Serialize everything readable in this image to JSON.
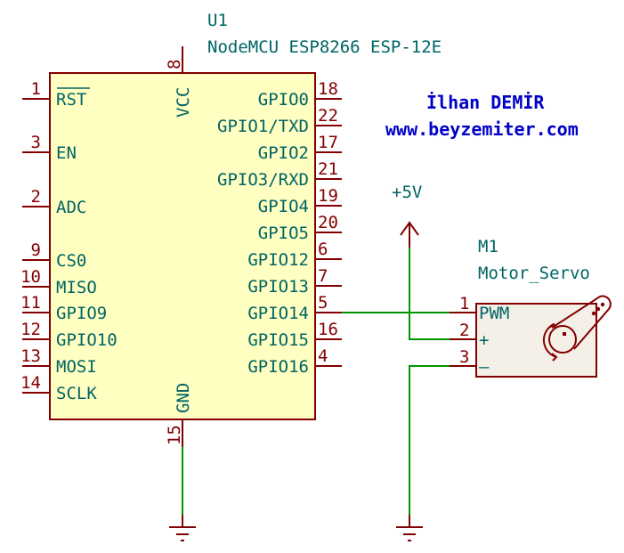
{
  "ic": {
    "ref": "U1",
    "value": "NodeMCU ESP8266 ESP-12E",
    "body_color": "#ffffc2",
    "outline_color": "#840000",
    "top_pin": {
      "number": "8",
      "name": "VCC"
    },
    "bottom_pin": {
      "number": "15",
      "name": "GND"
    },
    "left_pins": [
      {
        "number": "1",
        "name": "RST",
        "overbar": true
      },
      {
        "number": "3",
        "name": "EN"
      },
      {
        "number": "2",
        "name": "ADC"
      },
      {
        "number": "9",
        "name": "CS0"
      },
      {
        "number": "10",
        "name": "MISO"
      },
      {
        "number": "11",
        "name": "GPIO9"
      },
      {
        "number": "12",
        "name": "GPIO10"
      },
      {
        "number": "13",
        "name": "MOSI"
      },
      {
        "number": "14",
        "name": "SCLK"
      }
    ],
    "right_pins": [
      {
        "number": "18",
        "name": "GPIO0"
      },
      {
        "number": "22",
        "name": "GPIO1/TXD"
      },
      {
        "number": "17",
        "name": "GPIO2"
      },
      {
        "number": "21",
        "name": "GPIO3/RXD"
      },
      {
        "number": "19",
        "name": "GPIO4"
      },
      {
        "number": "20",
        "name": "GPIO5"
      },
      {
        "number": "6",
        "name": "GPIO12"
      },
      {
        "number": "7",
        "name": "GPIO13"
      },
      {
        "number": "5",
        "name": "GPIO14"
      },
      {
        "number": "16",
        "name": "GPIO15"
      },
      {
        "number": "4",
        "name": "GPIO16"
      }
    ]
  },
  "servo": {
    "ref": "M1",
    "value": "Motor_Servo",
    "body_color": "#ffffc2",
    "pins": [
      {
        "number": "1",
        "name": "PWM"
      },
      {
        "number": "2",
        "name": "+"
      },
      {
        "number": "3",
        "name": "–"
      }
    ]
  },
  "power": {
    "label": "+5V"
  },
  "author": {
    "name": "İlhan DEMİR",
    "website": "www.beyzemiter.com"
  },
  "colors": {
    "wire": "#009600",
    "pin": "#840000",
    "text": "#006464",
    "author": "#0000c8"
  }
}
